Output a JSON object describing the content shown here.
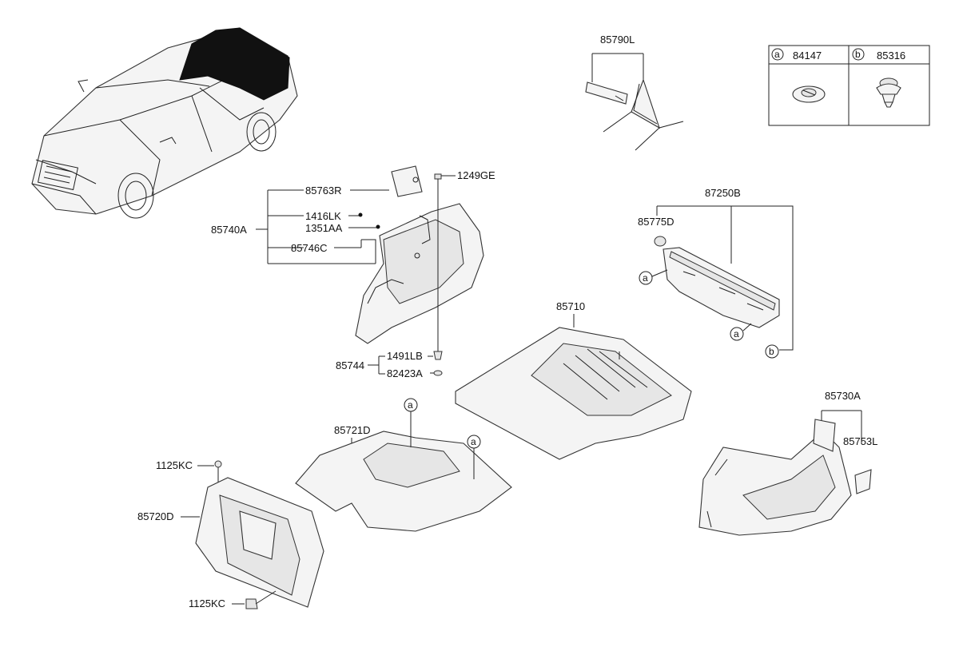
{
  "labels": {
    "p85790L": "85790L",
    "p84147": "84147",
    "p85316": "85316",
    "p85763R": "85763R",
    "p1249GE": "1249GE",
    "p1416LK": "1416LK",
    "p85740A": "85740A",
    "p1351AA": "1351AA",
    "p85746C": "85746C",
    "p87250B": "87250B",
    "p85775D": "85775D",
    "p85710": "85710",
    "p1491LB": "1491LB",
    "p85744": "85744",
    "p82423A": "82423A",
    "p85721D": "85721D",
    "p1125KC_top": "1125KC",
    "p85720D": "85720D",
    "p1125KC_bot": "1125KC",
    "p85730A": "85730A",
    "p85753L": "85753L"
  },
  "callouts": {
    "a": "a",
    "b": "b"
  }
}
